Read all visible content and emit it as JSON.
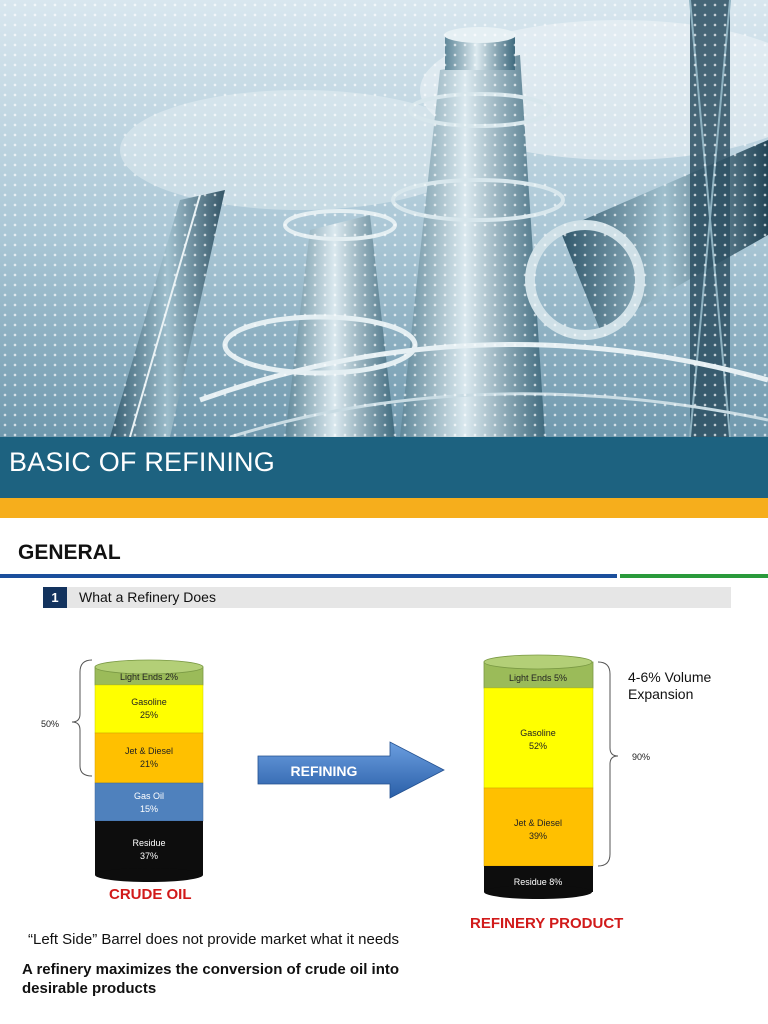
{
  "slide_title": "BASIC OF REFINING",
  "section_heading": "GENERAL",
  "step": {
    "number": "1",
    "label": "What a Refinery Does"
  },
  "crude_barrel": {
    "label": "CRUDE OIL",
    "bracket_label": "50%",
    "layers": [
      {
        "name": "Light Ends",
        "percent": 2,
        "text": "Light Ends 2%",
        "color": "#9bbb59"
      },
      {
        "name": "Gasoline",
        "percent": 25,
        "line1": "Gasoline",
        "line2": "25%",
        "color": "#ffff00"
      },
      {
        "name": "Jet & Diesel",
        "percent": 21,
        "line1": "Jet & Diesel",
        "line2": "21%",
        "color": "#ffc000"
      },
      {
        "name": "Gas Oil",
        "percent": 15,
        "line1": "Gas Oil",
        "line2": "15%",
        "color": "#4f81bd"
      },
      {
        "name": "Residue",
        "percent": 37,
        "line1": "Residue",
        "line2": "37%",
        "color": "#0d0d0d"
      }
    ]
  },
  "arrow_label": "REFINING",
  "product_barrel": {
    "label": "REFINERY PRODUCT",
    "bracket_label": "90%",
    "layers": [
      {
        "name": "Light Ends",
        "percent": 5,
        "text": "Light Ends 5%",
        "color": "#9bbb59"
      },
      {
        "name": "Gasoline",
        "percent": 52,
        "line1": "Gasoline",
        "line2": "52%",
        "color": "#ffff00"
      },
      {
        "name": "Jet & Diesel",
        "percent": 39,
        "line1": "Jet & Diesel",
        "line2": "39%",
        "color": "#ffc000"
      },
      {
        "name": "Residue",
        "percent": 8,
        "text": "Residue 8%",
        "color": "#0d0d0d"
      }
    ]
  },
  "expansion_note": "4-6% Volume Expansion",
  "left_side_note": "“Left Side” Barrel does not provide market what it needs",
  "conclusion": "A refinery maximizes the conversion of crude oil into desirable products"
}
